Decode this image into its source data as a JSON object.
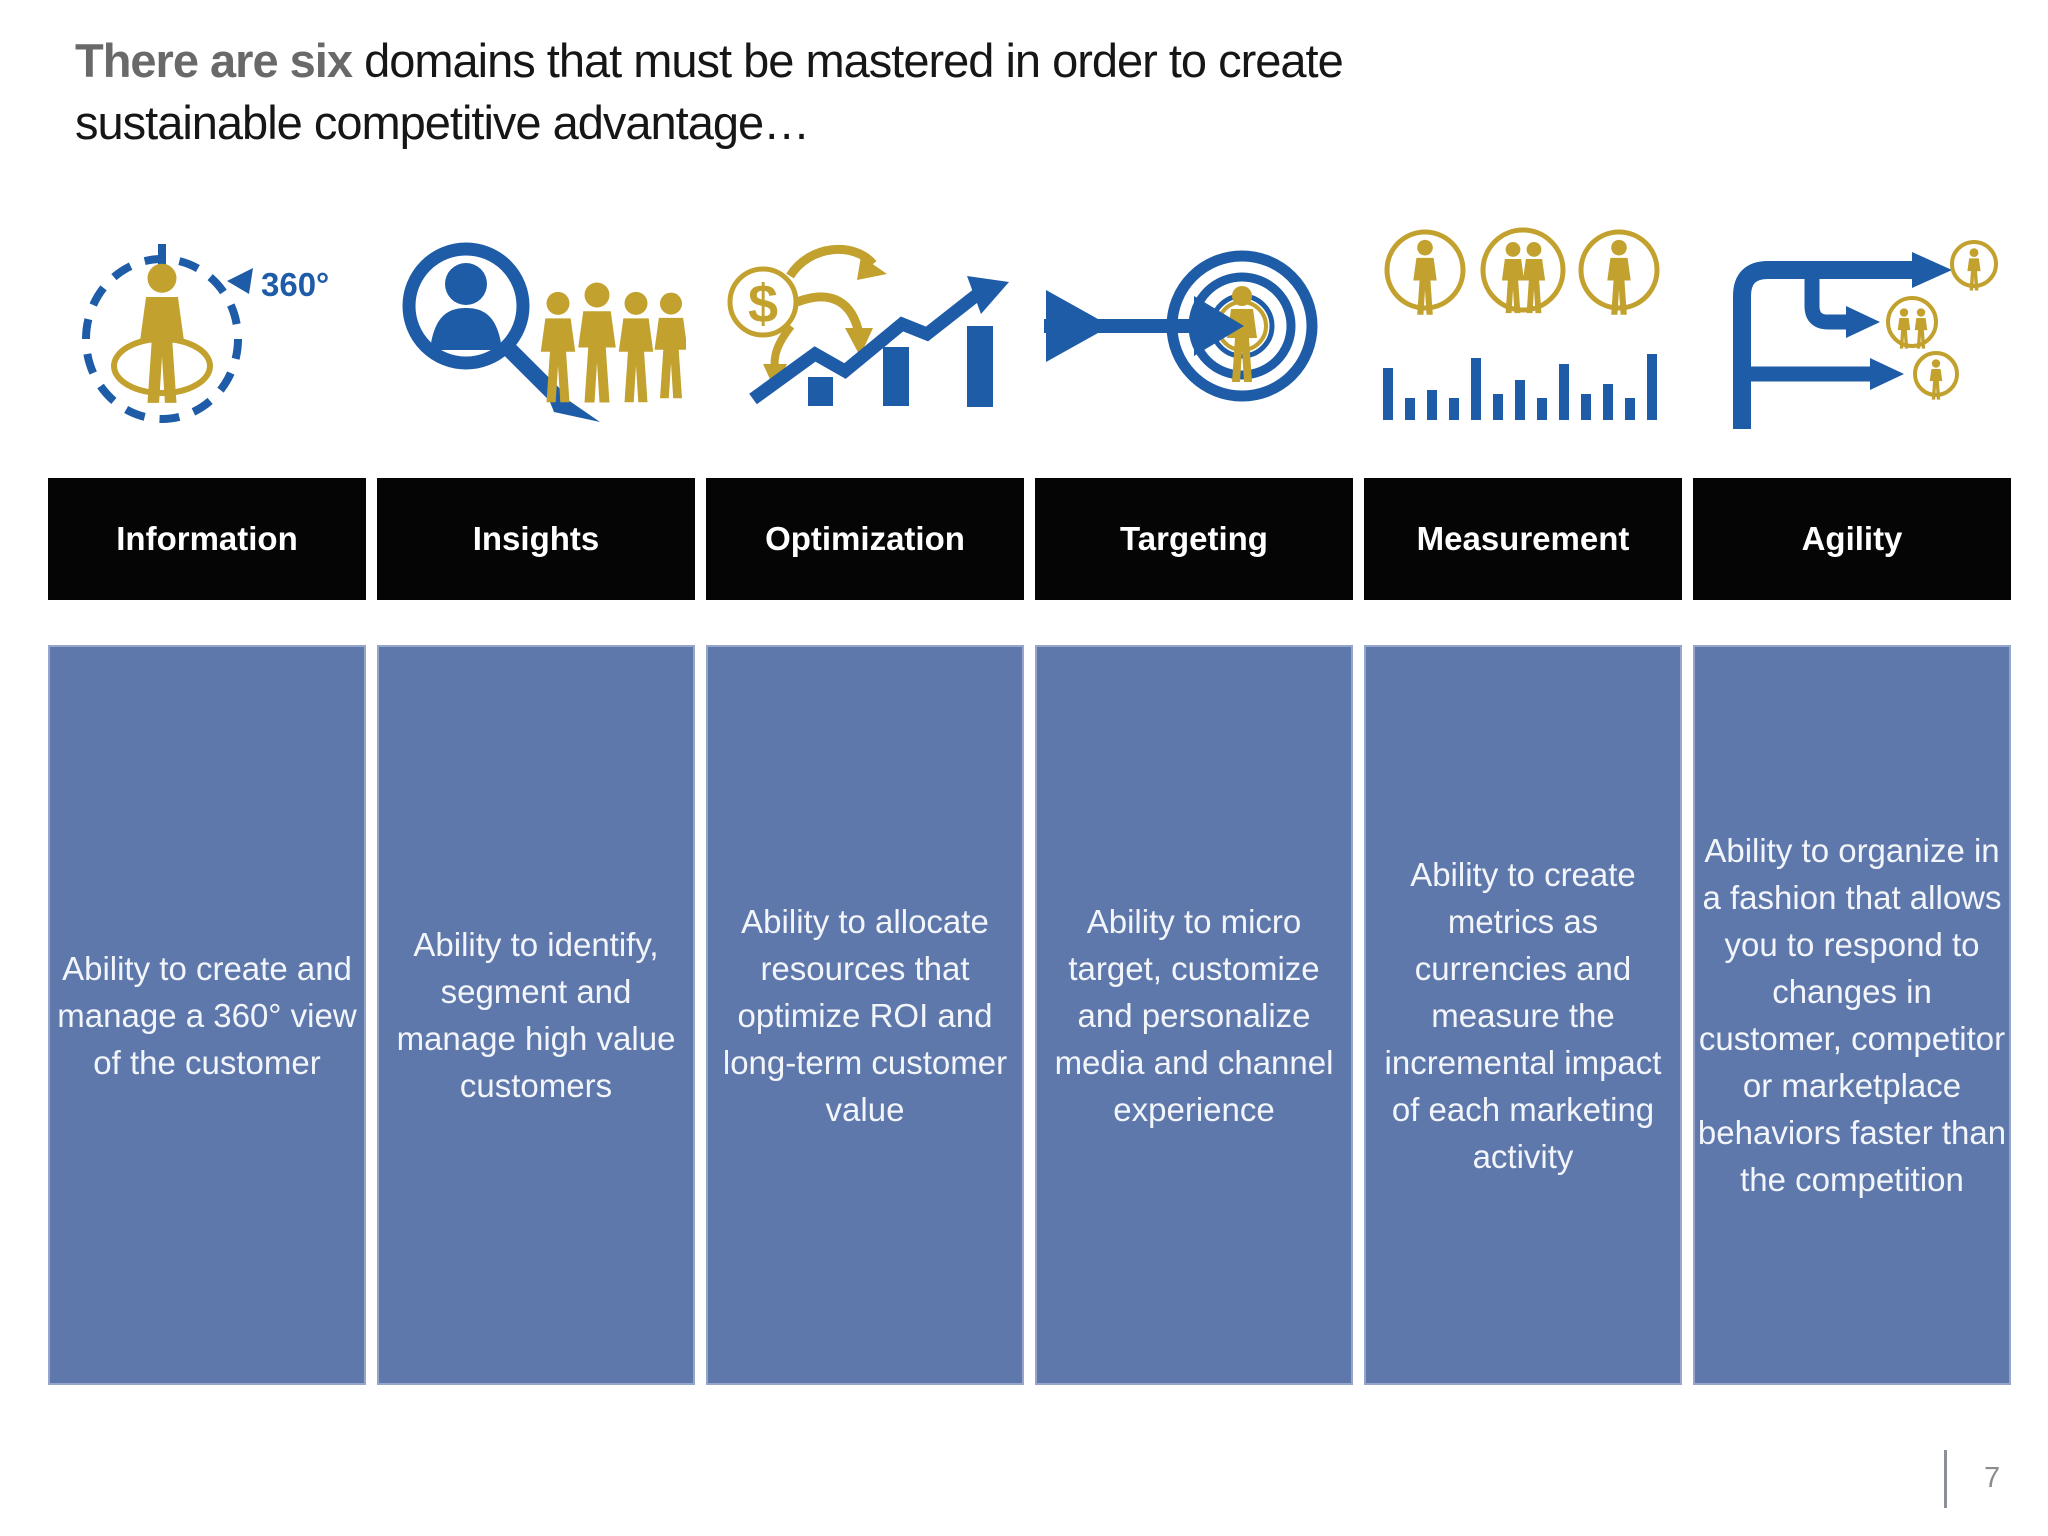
{
  "title": {
    "highlight": "There are six",
    "rest": " domains that must be mastered in order to create sustainable competitive advantage…"
  },
  "page_number": "7",
  "colors": {
    "accent_blue": "#1e5ca8",
    "accent_gold": "#c2a12e",
    "panel_blue": "#5f78ac",
    "header_black": "#050505",
    "title_gray": "#696969",
    "page_gray": "#8c8c8c"
  },
  "icon_labels": {
    "degrees_360": "360°",
    "dollar": "$"
  },
  "domains": [
    {
      "label": "Information",
      "icon": "customer-360-view-icon",
      "description": "Ability to create and manage a 360° view of the customer"
    },
    {
      "label": "Insights",
      "icon": "magnifier-people-icon",
      "description": "Ability to identify, segment and manage high value customers"
    },
    {
      "label": "Optimization",
      "icon": "dollar-growth-chart-icon",
      "description": "Ability to allocate resources that optimize ROI and long-term customer value"
    },
    {
      "label": "Targeting",
      "icon": "arrow-bullseye-person-icon",
      "description": "Ability to micro target, customize and personalize media and channel experience"
    },
    {
      "label": "Measurement",
      "icon": "people-bars-metrics-icon",
      "description": "Ability to create metrics as currencies and measure the incremental impact of each marketing activity"
    },
    {
      "label": "Agility",
      "icon": "branching-arrows-people-icon",
      "description": "Ability to organize in a fashion that allows you to respond to changes in customer, competitor or marketplace behaviors faster than the competition"
    }
  ]
}
